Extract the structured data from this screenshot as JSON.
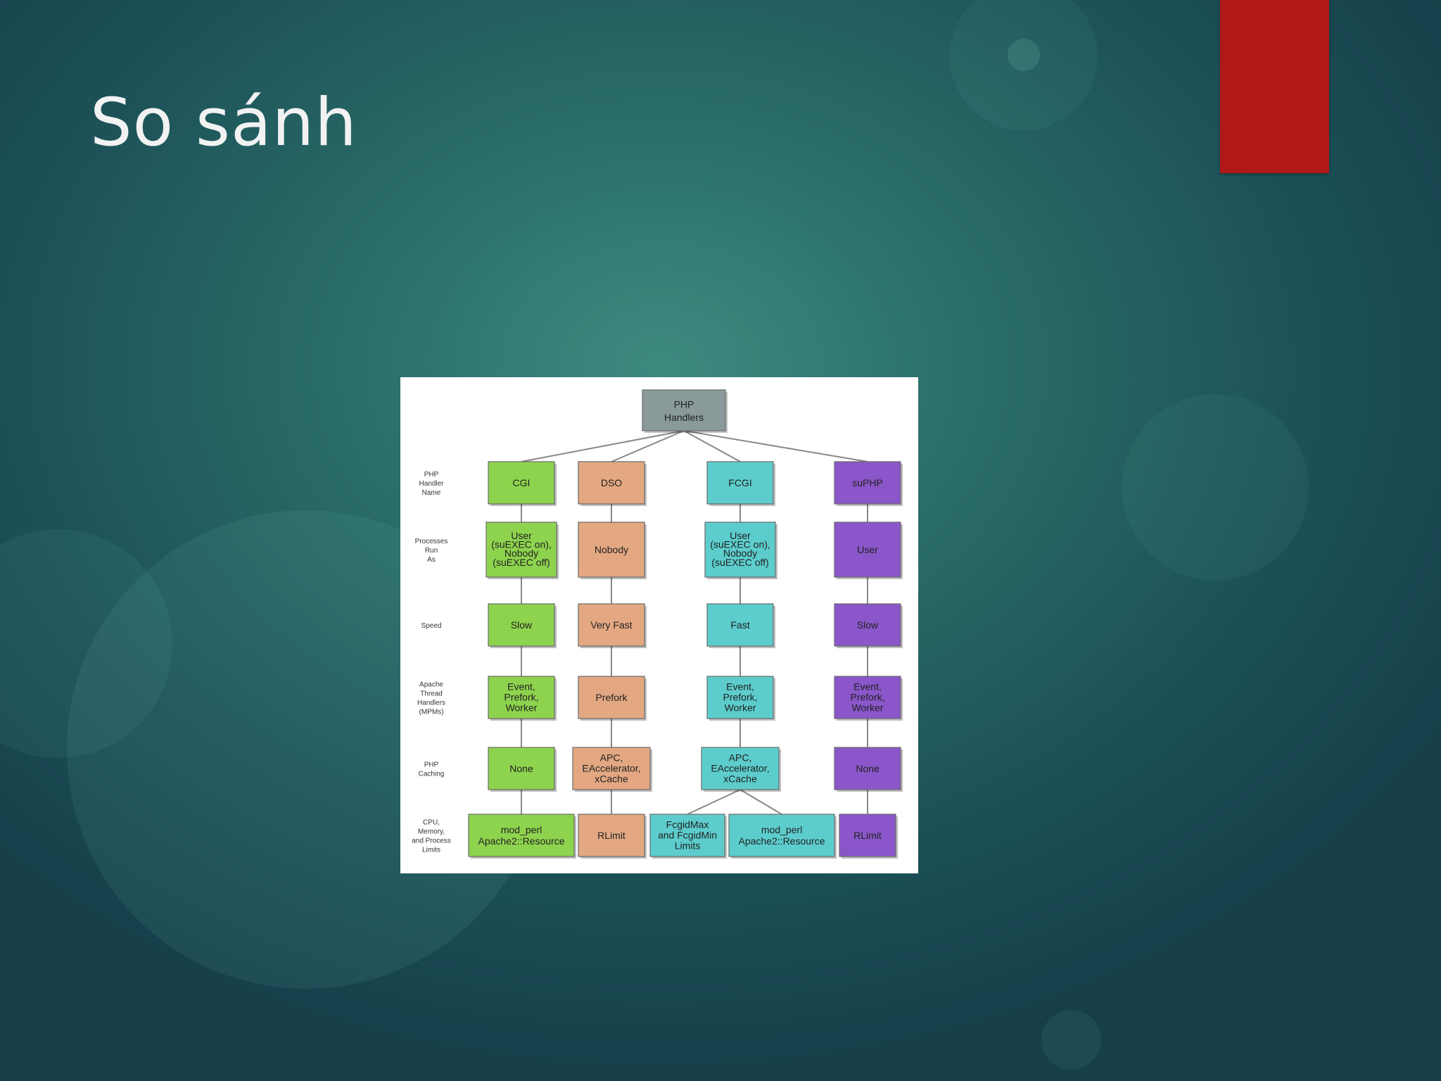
{
  "slide": {
    "title": "So sánh",
    "accent_color": "#b01916"
  },
  "diagram": {
    "root": {
      "id": "root",
      "lines": [
        "PHP",
        "Handlers"
      ],
      "color": "#8a9a9a"
    },
    "row_labels": [
      {
        "row": 0,
        "lines": [
          "PHP",
          "Handler",
          "Name"
        ]
      },
      {
        "row": 1,
        "lines": [
          "Processes",
          "Run",
          "As"
        ]
      },
      {
        "row": 2,
        "lines": [
          "Speed"
        ]
      },
      {
        "row": 3,
        "lines": [
          "Apache",
          "Thread",
          "Handlers",
          "(MPMs)"
        ]
      },
      {
        "row": 4,
        "lines": [
          "PHP",
          "Caching"
        ]
      },
      {
        "row": 5,
        "lines": [
          "CPU,",
          "Memory,",
          "and Process",
          "Limits"
        ]
      }
    ],
    "colors": {
      "cgi": "#8ed34e",
      "dso": "#e3a882",
      "fcgi": "#5ccdcc",
      "suphp": "#8a56c9"
    },
    "nodes": [
      {
        "id": "cgi",
        "col": "cgi",
        "row": 0,
        "lines": [
          "CGI"
        ]
      },
      {
        "id": "dso",
        "col": "dso",
        "row": 0,
        "lines": [
          "DSO"
        ]
      },
      {
        "id": "fcgi",
        "col": "fcgi",
        "row": 0,
        "lines": [
          "FCGI"
        ]
      },
      {
        "id": "suphp",
        "col": "suphp",
        "row": 0,
        "lines": [
          "suPHP"
        ]
      },
      {
        "id": "cgi-run",
        "col": "cgi",
        "row": 1,
        "lines": [
          "User",
          "(suEXEC on),",
          "Nobody",
          "(suEXEC off)"
        ]
      },
      {
        "id": "dso-run",
        "col": "dso",
        "row": 1,
        "lines": [
          "Nobody"
        ]
      },
      {
        "id": "fcgi-run",
        "col": "fcgi",
        "row": 1,
        "lines": [
          "User",
          "(suEXEC on),",
          "Nobody",
          "(suEXEC off)"
        ]
      },
      {
        "id": "suphp-run",
        "col": "suphp",
        "row": 1,
        "lines": [
          "User"
        ]
      },
      {
        "id": "cgi-speed",
        "col": "cgi",
        "row": 2,
        "lines": [
          "Slow"
        ]
      },
      {
        "id": "dso-speed",
        "col": "dso",
        "row": 2,
        "lines": [
          "Very Fast"
        ]
      },
      {
        "id": "fcgi-speed",
        "col": "fcgi",
        "row": 2,
        "lines": [
          "Fast"
        ]
      },
      {
        "id": "suphp-speed",
        "col": "suphp",
        "row": 2,
        "lines": [
          "Slow"
        ]
      },
      {
        "id": "cgi-mpm",
        "col": "cgi",
        "row": 3,
        "lines": [
          "Event,",
          "Prefork,",
          "Worker"
        ]
      },
      {
        "id": "dso-mpm",
        "col": "dso",
        "row": 3,
        "lines": [
          "Prefork"
        ]
      },
      {
        "id": "fcgi-mpm",
        "col": "fcgi",
        "row": 3,
        "lines": [
          "Event,",
          "Prefork,",
          "Worker"
        ]
      },
      {
        "id": "suphp-mpm",
        "col": "suphp",
        "row": 3,
        "lines": [
          "Event,",
          "Prefork,",
          "Worker"
        ]
      },
      {
        "id": "cgi-cache",
        "col": "cgi",
        "row": 4,
        "lines": [
          "None"
        ]
      },
      {
        "id": "dso-cache",
        "col": "dso",
        "row": 4,
        "lines": [
          "APC,",
          "EAccelerator,",
          "xCache"
        ]
      },
      {
        "id": "fcgi-cache",
        "col": "fcgi",
        "row": 4,
        "lines": [
          "APC,",
          "EAccelerator,",
          "xCache"
        ]
      },
      {
        "id": "suphp-cache",
        "col": "suphp",
        "row": 4,
        "lines": [
          "None"
        ]
      },
      {
        "id": "cgi-limit",
        "col": "cgi",
        "row": 5,
        "lines": [
          "mod_perl",
          "Apache2::Resource"
        ]
      },
      {
        "id": "dso-limit",
        "col": "dso",
        "row": 5,
        "lines": [
          "RLimit"
        ]
      },
      {
        "id": "fcgi-limit-a",
        "col": "fcgi",
        "row": 5,
        "lines": [
          "FcgidMax",
          "and FcgidMin",
          "Limits"
        ]
      },
      {
        "id": "fcgi-limit-b",
        "col": "fcgi",
        "row": 5,
        "lines": [
          "mod_perl",
          "Apache2::Resource"
        ]
      },
      {
        "id": "suphp-limit",
        "col": "suphp",
        "row": 5,
        "lines": [
          "RLimit"
        ]
      }
    ],
    "edges": [
      [
        "root",
        "cgi"
      ],
      [
        "root",
        "dso"
      ],
      [
        "root",
        "fcgi"
      ],
      [
        "root",
        "suphp"
      ],
      [
        "cgi",
        "cgi-run"
      ],
      [
        "cgi-run",
        "cgi-speed"
      ],
      [
        "cgi-speed",
        "cgi-mpm"
      ],
      [
        "cgi-mpm",
        "cgi-cache"
      ],
      [
        "cgi-cache",
        "cgi-limit"
      ],
      [
        "dso",
        "dso-run"
      ],
      [
        "dso-run",
        "dso-speed"
      ],
      [
        "dso-speed",
        "dso-mpm"
      ],
      [
        "dso-mpm",
        "dso-cache"
      ],
      [
        "dso-cache",
        "dso-limit"
      ],
      [
        "fcgi",
        "fcgi-run"
      ],
      [
        "fcgi-run",
        "fcgi-speed"
      ],
      [
        "fcgi-speed",
        "fcgi-mpm"
      ],
      [
        "fcgi-mpm",
        "fcgi-cache"
      ],
      [
        "fcgi-cache",
        "fcgi-limit-a"
      ],
      [
        "fcgi-cache",
        "fcgi-limit-b"
      ],
      [
        "suphp",
        "suphp-run"
      ],
      [
        "suphp-run",
        "suphp-speed"
      ],
      [
        "suphp-speed",
        "suphp-mpm"
      ],
      [
        "suphp-mpm",
        "suphp-cache"
      ],
      [
        "suphp-cache",
        "suphp-limit"
      ]
    ]
  }
}
